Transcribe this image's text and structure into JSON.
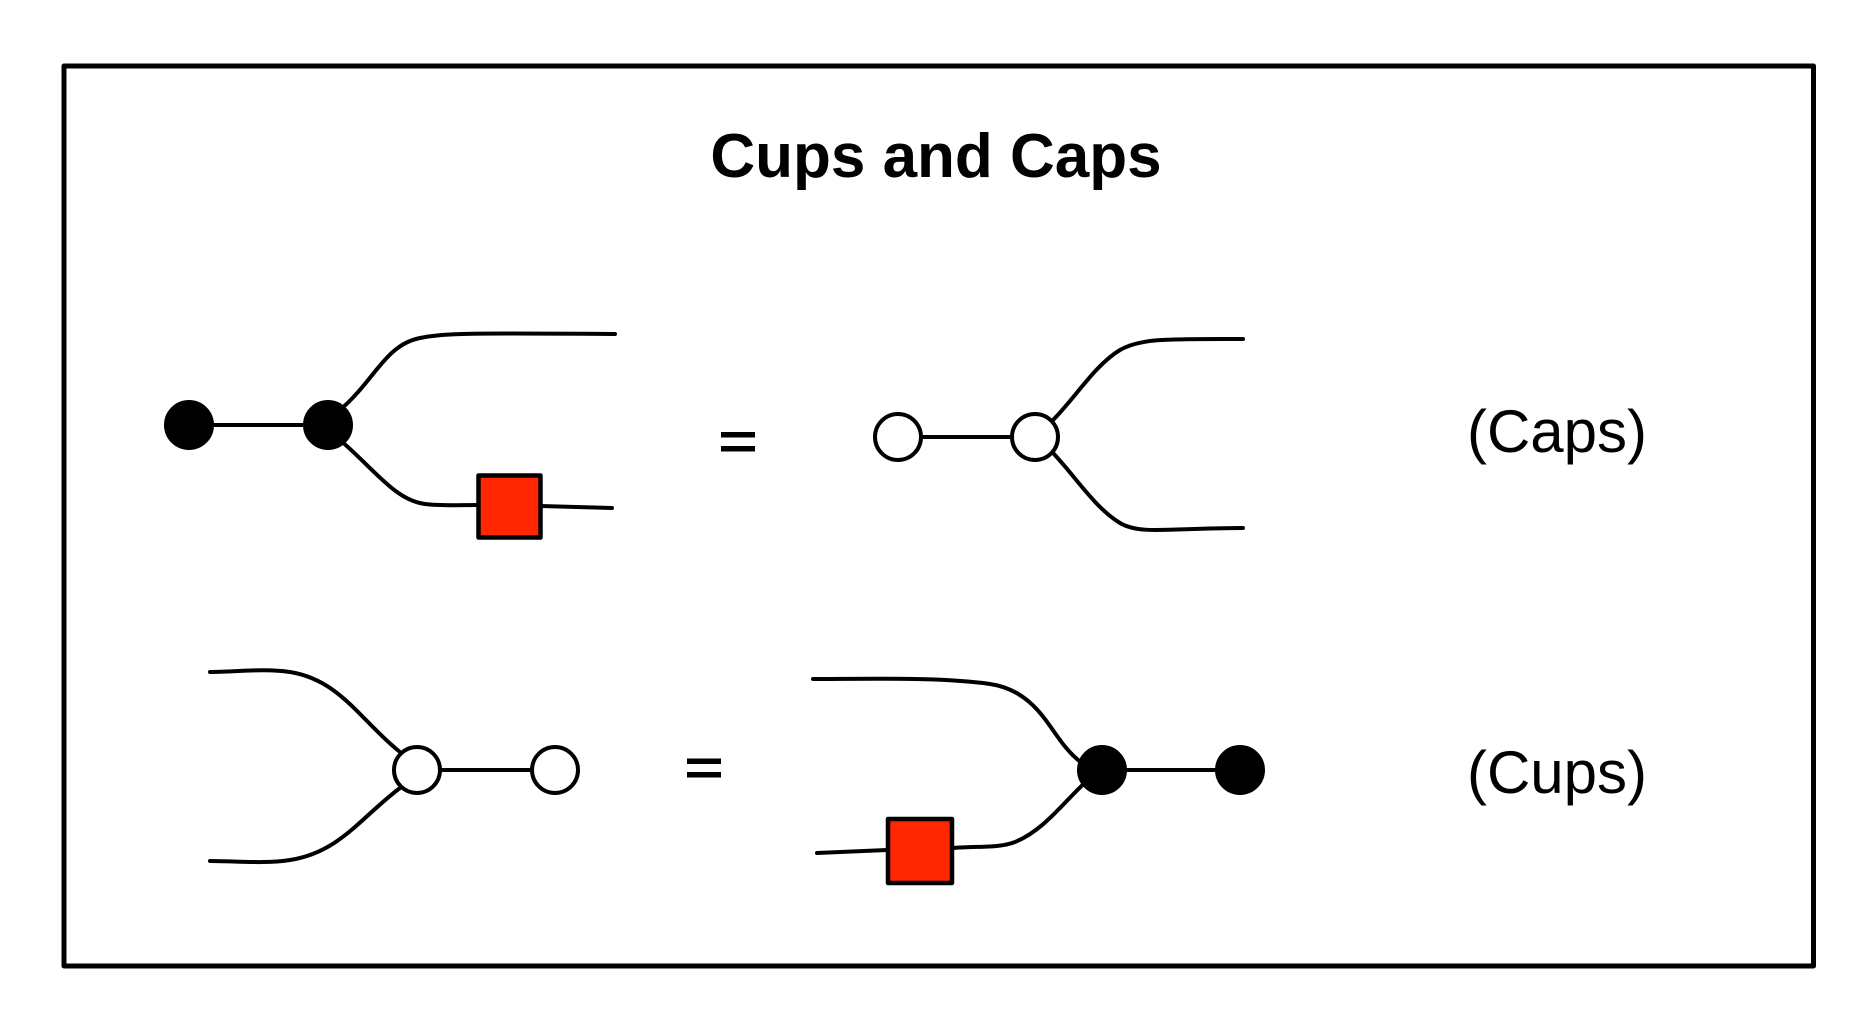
{
  "title": "Cups and Caps",
  "colors": {
    "ink": "#000000",
    "background": "#ffffff",
    "filled_spider": "#000000",
    "open_spider": "#ffffff",
    "box_fill": "#ff2600"
  },
  "equations": [
    {
      "id": "caps",
      "label": "(Caps)",
      "relation": "=",
      "lhs": {
        "description": "filled (black) unit spider connected to filled (black) spider with two outputs; lower output passes through a red box",
        "nodes": [
          {
            "id": "a",
            "kind": "filled-spider"
          },
          {
            "id": "b",
            "kind": "filled-spider"
          },
          {
            "id": "box",
            "kind": "red-box"
          }
        ],
        "wires": [
          {
            "from": "a",
            "to": "b"
          },
          {
            "from": "b",
            "to": "output-top"
          },
          {
            "from": "b",
            "to": "box"
          },
          {
            "from": "box",
            "to": "output-bottom"
          }
        ]
      },
      "rhs": {
        "description": "open (white) unit spider connected to open (white) spider with two outputs",
        "nodes": [
          {
            "id": "a",
            "kind": "open-spider"
          },
          {
            "id": "b",
            "kind": "open-spider"
          }
        ],
        "wires": [
          {
            "from": "a",
            "to": "b"
          },
          {
            "from": "b",
            "to": "output-top"
          },
          {
            "from": "b",
            "to": "output-bottom"
          }
        ]
      }
    },
    {
      "id": "cups",
      "label": "(Cups)",
      "relation": "=",
      "lhs": {
        "description": "two inputs merging into open (white) spider connected to open (white) unit spider",
        "nodes": [
          {
            "id": "b",
            "kind": "open-spider"
          },
          {
            "id": "a",
            "kind": "open-spider"
          }
        ],
        "wires": [
          {
            "from": "input-top",
            "to": "b"
          },
          {
            "from": "input-bottom",
            "to": "b"
          },
          {
            "from": "b",
            "to": "a"
          }
        ]
      },
      "rhs": {
        "description": "two inputs, lower passes through a red box, merging into filled (black) spider connected to filled (black) unit spider",
        "nodes": [
          {
            "id": "box",
            "kind": "red-box"
          },
          {
            "id": "b",
            "kind": "filled-spider"
          },
          {
            "id": "a",
            "kind": "filled-spider"
          }
        ],
        "wires": [
          {
            "from": "input-top",
            "to": "b"
          },
          {
            "from": "input-bottom",
            "to": "box"
          },
          {
            "from": "box",
            "to": "b"
          },
          {
            "from": "b",
            "to": "a"
          }
        ]
      }
    }
  ]
}
